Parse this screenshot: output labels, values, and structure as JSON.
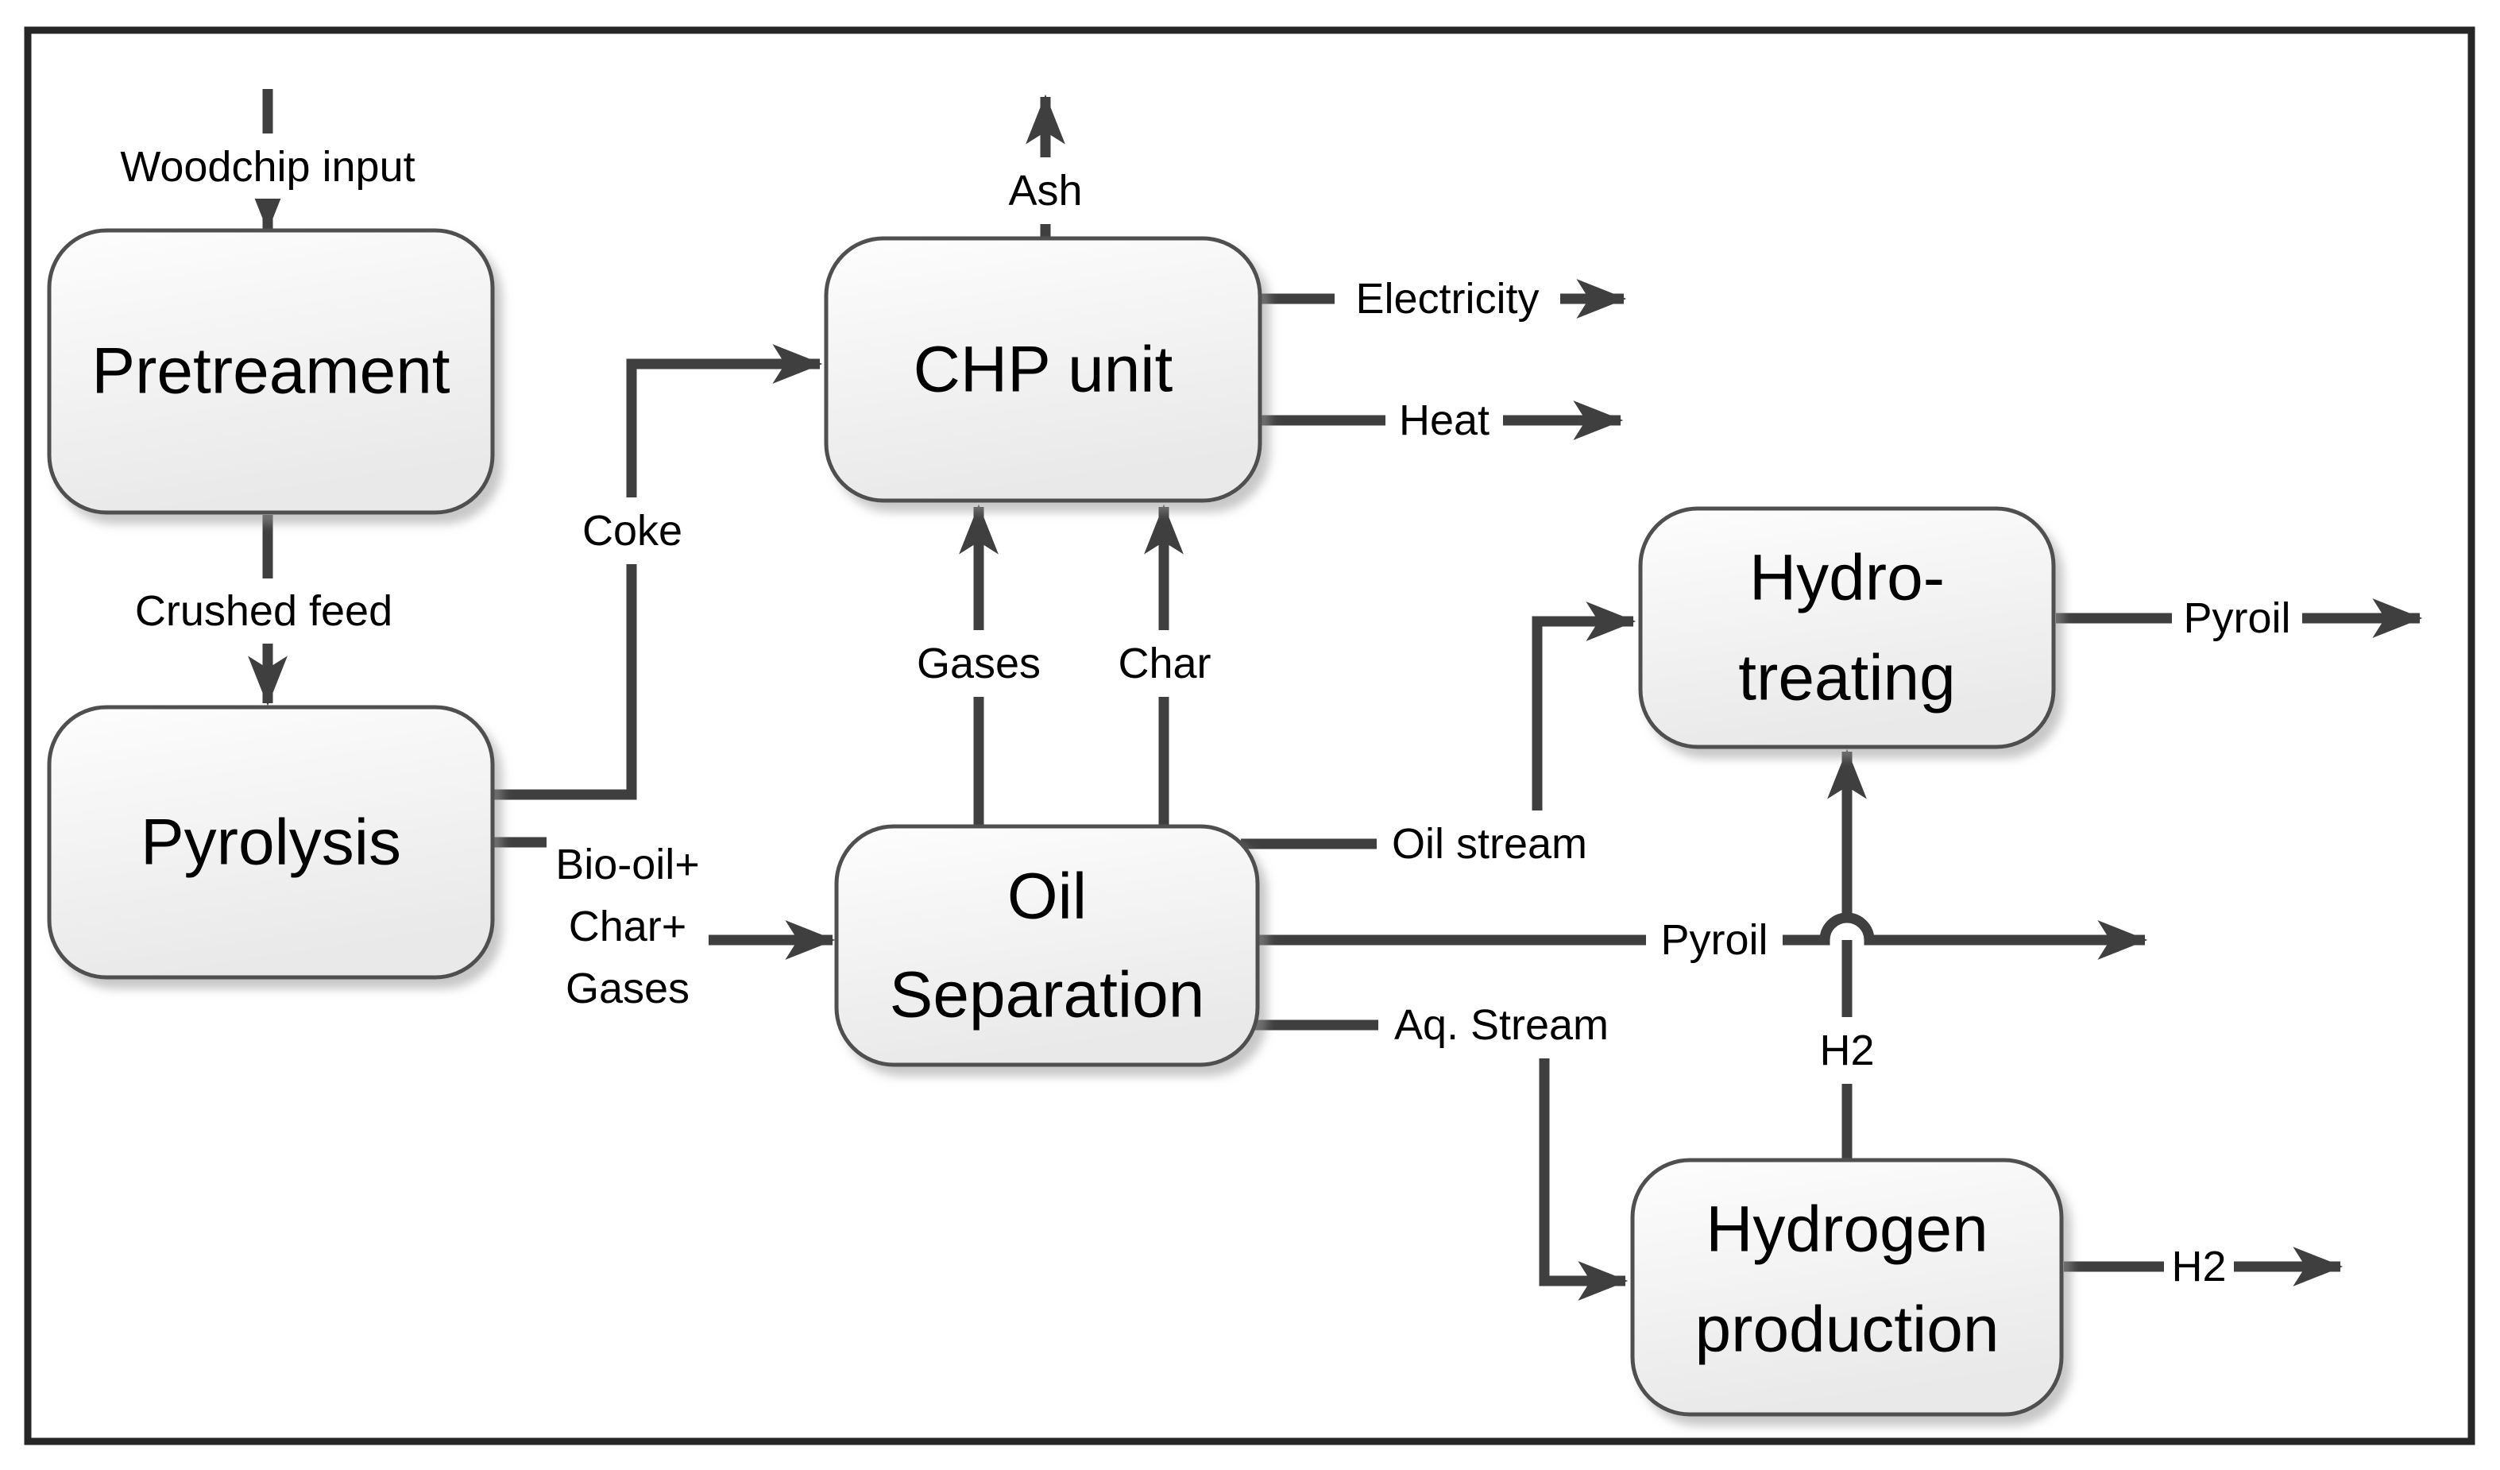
{
  "colors": {
    "line": "#3f3f3f",
    "box_border": "#4f4f4f",
    "box_fill_top": "#fdfdfd",
    "box_fill_bottom": "#e9e9e9",
    "outer_border": "#262626",
    "background": "#ffffff",
    "text": "#000000"
  },
  "nodes": {
    "pretreatment": {
      "label": "Pretreament"
    },
    "pyrolysis": {
      "label": "Pyrolysis"
    },
    "chp_unit": {
      "label": "CHP unit"
    },
    "oil_separation": {
      "line1": "Oil",
      "line2": "Separation"
    },
    "hydrotreating": {
      "line1": "Hydro-",
      "line2": "treating"
    },
    "hydrogen_production": {
      "line1": "Hydrogen",
      "line2": "production"
    }
  },
  "streams": {
    "woodchip_input": "Woodchip input",
    "crushed_feed": "Crushed feed",
    "coke": "Coke",
    "bio_oil_line1": "Bio-oil+",
    "bio_oil_line2": "Char+",
    "bio_oil_line3": "Gases",
    "gases": "Gases",
    "char": "Char",
    "ash": "Ash",
    "electricity": "Electricity",
    "heat": "Heat",
    "oil_stream": "Oil stream",
    "pyroil_mid": "Pyroil",
    "aq_stream": "Aq. Stream",
    "h2_to_hydrotreating": "H2",
    "pyroil_out": "Pyroil",
    "h2_out": "H2"
  }
}
